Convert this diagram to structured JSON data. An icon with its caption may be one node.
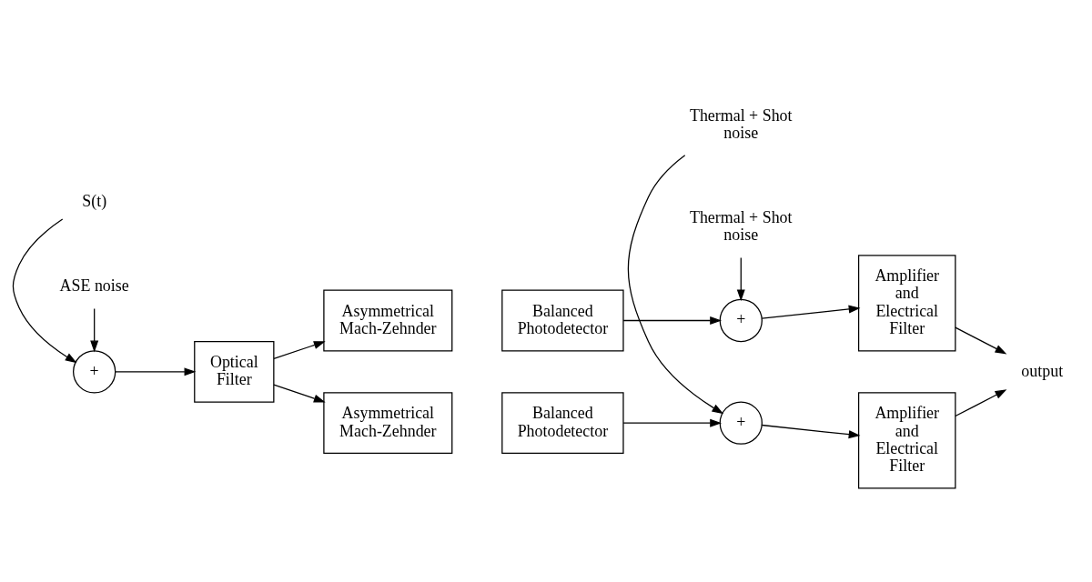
{
  "diagram": {
    "nodes": [
      {
        "text": [
          "S(t)"
        ]
      },
      {
        "text": [
          "+"
        ]
      },
      {
        "text": [
          "ASE noise"
        ]
      },
      {
        "text": [
          "Optical Filter"
        ]
      },
      {
        "text": [
          "Asymmetrical Mach-Zehnder"
        ]
      },
      {
        "text": [
          "Asymmetrical Mach-Zehnder"
        ]
      },
      {
        "text": [
          "Balanced Photodetector"
        ]
      },
      {
        "text": [
          "+"
        ]
      },
      {
        "text": [
          "Thermal + Shot noise"
        ]
      },
      {
        "text": [
          "Amplifier and Electrical Filter"
        ]
      },
      {
        "text": [
          "output"
        ]
      },
      {
        "text": [
          "Balanced Photodetector"
        ]
      },
      {
        "text": [
          "+"
        ]
      },
      {
        "text": [
          "Thermal + Shot noise"
        ]
      },
      {
        "text": [
          "Amplifier and Electrical Filter"
        ]
      }
    ],
    "edges": [
      {
        "from": 0,
        "to": 1,
        "arrow": "to"
      },
      {
        "from": 2,
        "to": 1,
        "arrow": "to"
      },
      {
        "from": 1,
        "to": 3,
        "arrow": "to"
      },
      {
        "from": 3,
        "to": 4,
        "arrow": "to"
      },
      {
        "from": 3,
        "to": 5,
        "arrow": "to"
      },
      {
        "from": 6,
        "to": 7,
        "arrow": "to"
      },
      {
        "from": 8,
        "to": 7,
        "arrow": "to"
      },
      {
        "from": 7,
        "to": 9,
        "arrow": "to"
      },
      {
        "from": 9,
        "to": 10,
        "arrow": "to"
      },
      {
        "from": 11,
        "to": 12,
        "arrow": "to"
      },
      {
        "from": 13,
        "to": 12,
        "arrow": "to"
      },
      {
        "from": 12,
        "to": 14,
        "arrow": "to"
      },
      {
        "from": 14,
        "to": 10,
        "arrow": "to"
      }
    ]
  }
}
